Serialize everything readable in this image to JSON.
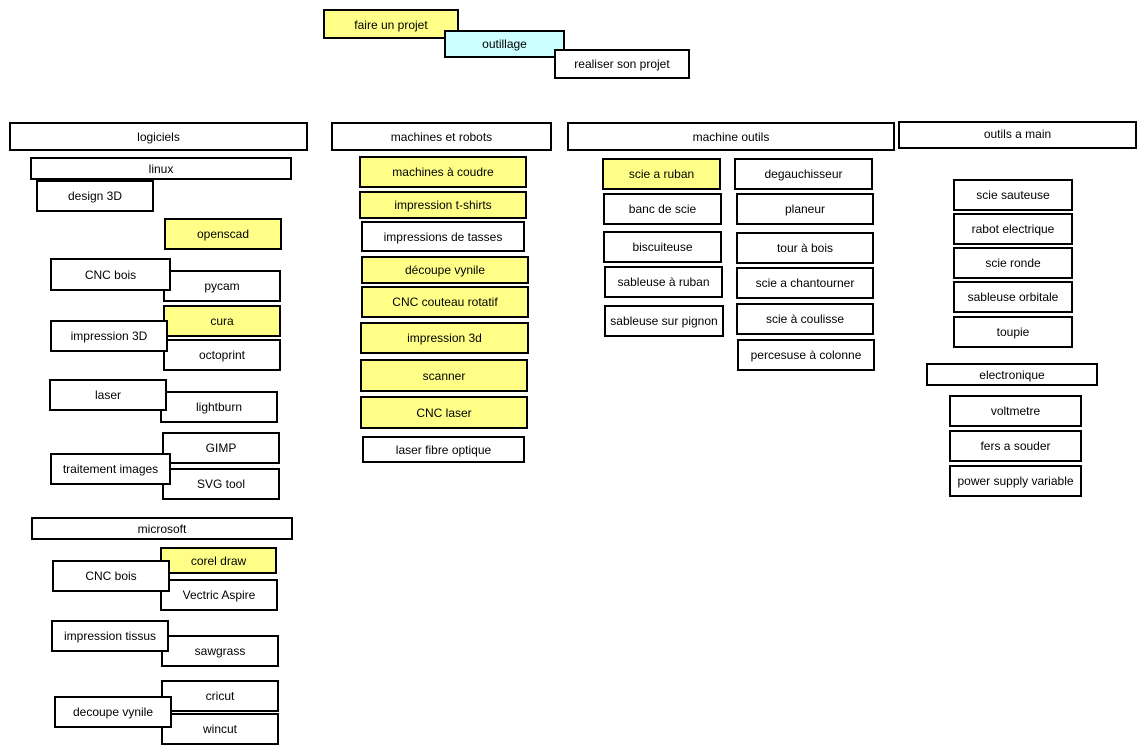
{
  "colors": {
    "highlight_yellow": "#ffff88",
    "highlight_cyan": "#ccffff",
    "border": "#000000",
    "background": "#ffffff"
  },
  "top": {
    "faire": "faire un projet",
    "outillage": "outillage",
    "realiser": "realiser son projet"
  },
  "logiciels": {
    "title": "logiciels",
    "linux": {
      "title": "linux",
      "design3d": "design 3D",
      "openscad": "openscad",
      "cnc_bois": "CNC bois",
      "pycam": "pycam",
      "impression3d": "impression 3D",
      "cura": "cura",
      "octoprint": "octoprint",
      "laser": "laser",
      "lightburn": "lightburn",
      "traitement": "traitement images",
      "gimp": "GIMP",
      "svgtool": "SVG tool"
    },
    "microsoft": {
      "title": "microsoft",
      "cnc_bois": "CNC bois",
      "coreldraw": "corel draw",
      "vectric": "Vectric Aspire",
      "impression_tissus": "impression tissus",
      "sawgrass": "sawgrass",
      "decoupe_vynile": "decoupe vynile",
      "cricut": "cricut",
      "wincut": "wincut"
    }
  },
  "machines_robots": {
    "title": "machines et robots",
    "items": [
      "machines à coudre",
      "impression t-shirts",
      "impressions de tasses",
      "découpe vynile",
      "CNC couteau rotatif",
      "impression 3d",
      "scanner",
      "CNC laser",
      "laser fibre optique"
    ]
  },
  "machine_outils": {
    "title": "machine outils",
    "left": [
      "scie a ruban",
      "banc de scie",
      "biscuiteuse",
      "sableuse à ruban",
      "sableuse sur pignon"
    ],
    "right": [
      "degauchisseur",
      "planeur",
      "tour à bois",
      "scie a chantourner",
      "scie à coulisse",
      "percesuse à colonne"
    ]
  },
  "outils_main": {
    "title": "outils a main",
    "items": [
      "scie sauteuse",
      "rabot electrique",
      "scie ronde",
      "sableuse orbitale",
      "toupie"
    ],
    "electronique": {
      "title": "electronique",
      "items": [
        "voltmetre",
        "fers a souder",
        "power supply variable"
      ]
    }
  }
}
